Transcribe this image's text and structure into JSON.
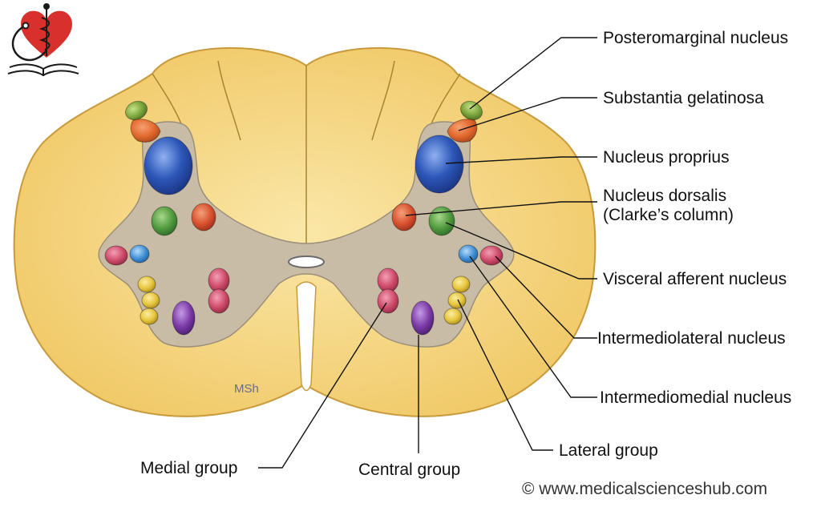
{
  "diagram": {
    "labels": {
      "posteromarginal": "Posteromarginal nucleus",
      "substantia_gelatinosa": "Substantia gelatinosa",
      "nucleus_proprius": "Nucleus proprius",
      "nucleus_dorsalis_1": "Nucleus dorsalis",
      "nucleus_dorsalis_2": "(Clarke’s column)",
      "visceral_afferent": "Visceral afferent nucleus",
      "intermediolateral": "Intermediolateral nucleus",
      "intermediomedial": "Intermediomedial nucleus",
      "lateral_group": "Lateral group",
      "medial_group": "Medial group",
      "central_group": "Central group"
    },
    "watermark": "MSh",
    "copyright": "© www.medicalscienceshub.com"
  },
  "colors": {
    "white_matter": "#f3d277",
    "white_matter_edge": "#c99a3c",
    "gray_matter": "#c9bca6",
    "posteromarginal": "#7ba63c",
    "substantia_gelatinosa": "#e0672c",
    "nucleus_proprius": "#2c56b8",
    "dorsalis": "#d8502e",
    "visceral": "#4f9a3f",
    "intermediolateral": "#cf4a6a",
    "intermediomedial": "#3f8fd6",
    "lateral_group": "#e6c43c",
    "medial_group": "#d0506c",
    "central_group": "#7b3aa6",
    "logo_heart": "#d8302c"
  },
  "icons": [
    "heart-logo-icon",
    "caduceus-icon",
    "stethoscope-icon",
    "open-book-icon"
  ]
}
